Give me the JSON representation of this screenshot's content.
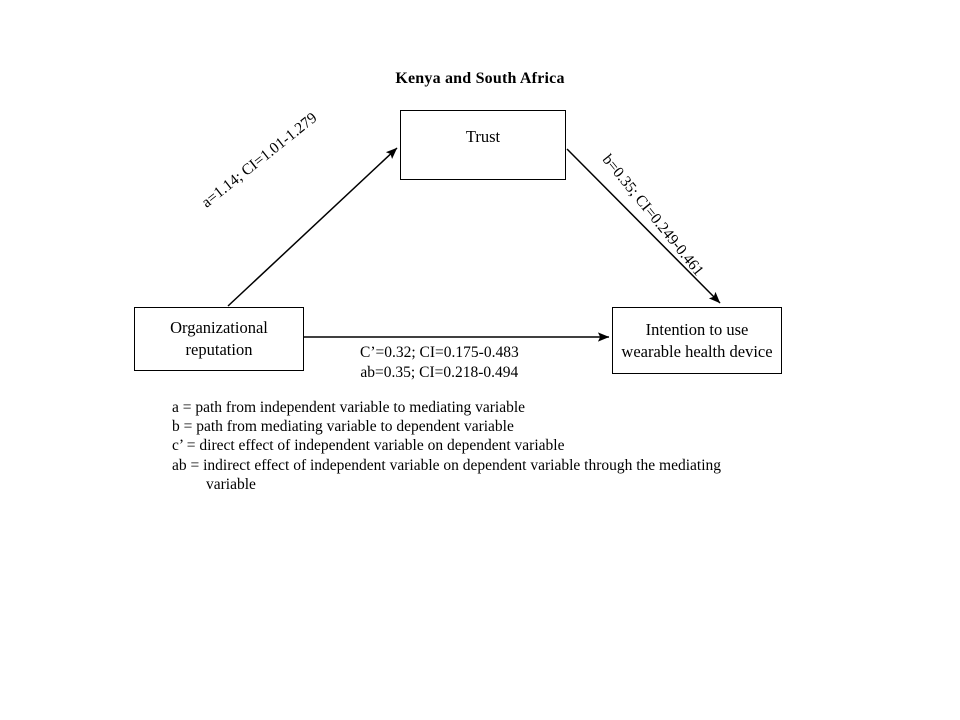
{
  "diagram": {
    "title": "Kenya and South Africa",
    "type": "mediation-path-model",
    "nodes": [
      {
        "id": "trust",
        "label": "Trust"
      },
      {
        "id": "organizational-reputation",
        "label": "Organizational reputation"
      },
      {
        "id": "intention",
        "label": "Intention to use wearable health device"
      }
    ],
    "edges": [
      {
        "id": "path-a",
        "from": "organizational-reputation",
        "to": "trust",
        "label": "a=1.14; CI=1.01-1.279",
        "coefficient": 1.14,
        "ci_lower": 1.01,
        "ci_upper": 1.279
      },
      {
        "id": "path-b",
        "from": "trust",
        "to": "intention",
        "label": "b=0.35; CI=0.249-0.461",
        "coefficient": 0.35,
        "ci_lower": 0.249,
        "ci_upper": 0.461
      },
      {
        "id": "path-direct",
        "from": "organizational-reputation",
        "to": "intention",
        "label_line1": "C’=0.32; CI=0.175-0.483",
        "label_line2": "ab=0.35; CI=0.218-0.494",
        "direct_coefficient": 0.32,
        "direct_ci_lower": 0.175,
        "direct_ci_upper": 0.483,
        "indirect_coefficient": 0.35,
        "indirect_ci_lower": 0.218,
        "indirect_ci_upper": 0.494
      }
    ],
    "legend": {
      "line_a": "a = path from independent variable  to mediating  variable",
      "line_b": "b = path from mediating  variable  to dependent variable",
      "line_c": "c’ = direct effect of independent variable  on dependent variable",
      "line_ab": "ab = indirect  effect of independent  variable  on dependent variable  through the mediating",
      "line_ab_cont": "variable"
    },
    "colors": {
      "stroke": "#000000",
      "background": "#ffffff",
      "text": "#000000"
    }
  }
}
